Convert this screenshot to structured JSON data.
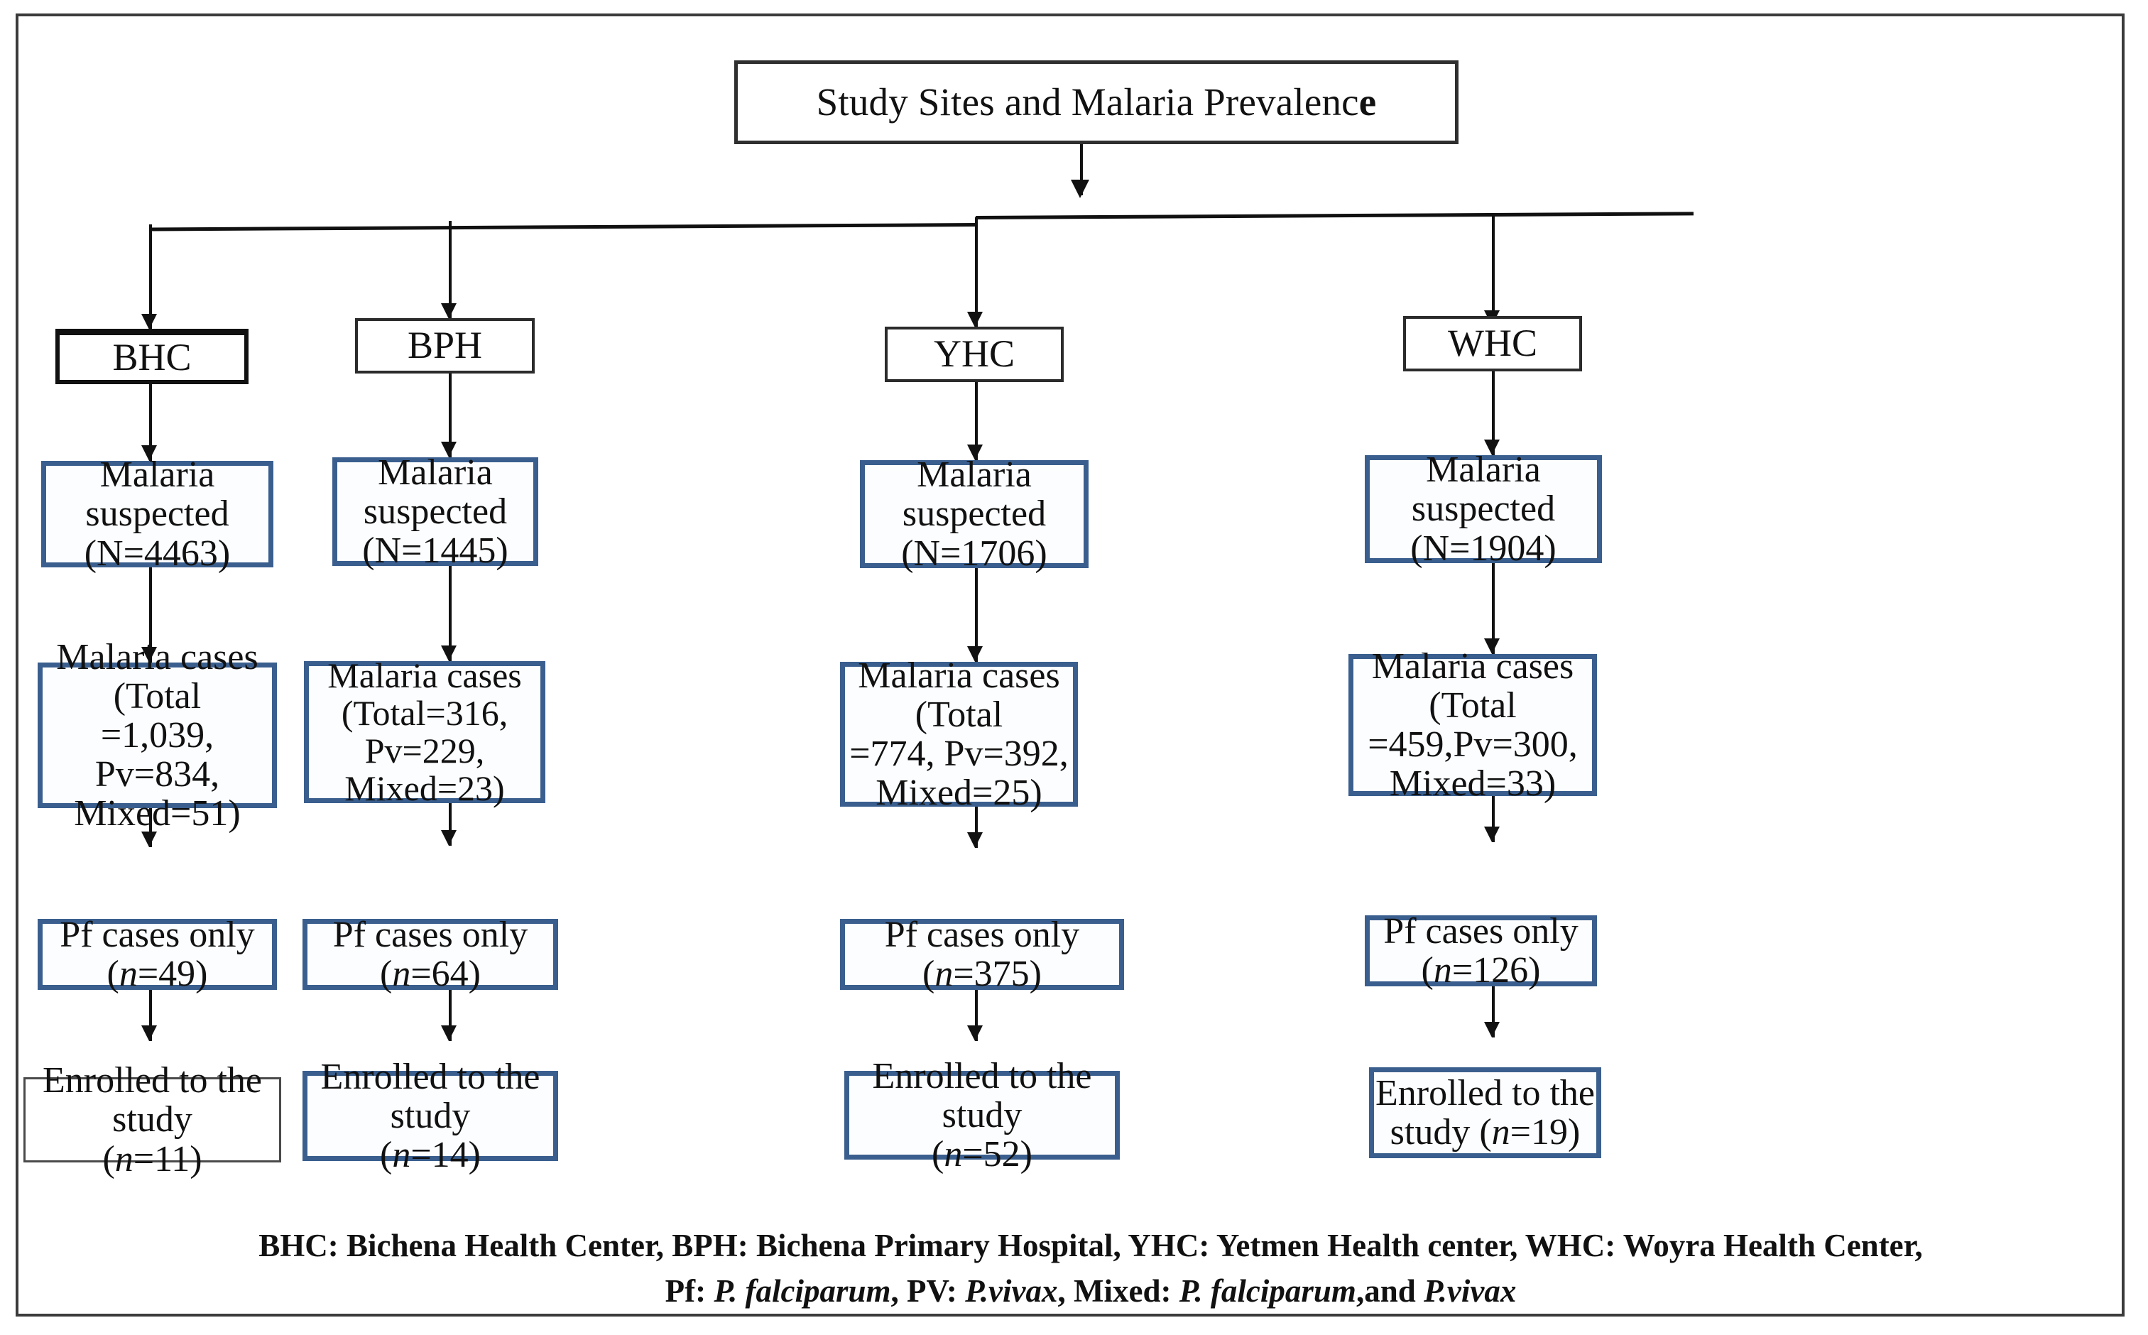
{
  "figure": {
    "title": "Study Sites and Malaria Prevalence",
    "title_bold_tail": "e",
    "title_main": "Study Sites and Malaria Prevalenc"
  },
  "colors": {
    "box_border_blue": "#3a5f8e",
    "box_border_black": "#1c1c1c",
    "frame_border": "#3b3b3b",
    "connector": "#111111",
    "text": "#111111",
    "background": "#ffffff"
  },
  "columns": [
    {
      "site_code": "BHC",
      "suspected": "Malaria suspected\n(N=4463)",
      "suspected_n": 4463,
      "cases": "Malaria cases  (Total\n=1,039, Pv=834,\nMixed=51)",
      "cases_total": 1039,
      "cases_pv": 834,
      "cases_mixed": 51,
      "pf_prefix": "Pf cases only (",
      "pf_italic": "n",
      "pf_suffix": "=49)",
      "pf_n": 49,
      "enrolled_prefix": "Enrolled to the study\n(",
      "enrolled_italic": "n",
      "enrolled_suffix": "=11)",
      "enrolled_n": 11
    },
    {
      "site_code": "BPH",
      "suspected": "Malaria suspected\n(N=1445)",
      "suspected_n": 1445,
      "cases": "Malaria cases\n(Total=316, Pv=229,\nMixed=23)",
      "cases_total": 316,
      "cases_pv": 229,
      "cases_mixed": 23,
      "pf_prefix": "Pf cases only (",
      "pf_italic": "n",
      "pf_suffix": "=64)",
      "pf_n": 64,
      "enrolled_prefix": "Enrolled to the study\n(",
      "enrolled_italic": "n",
      "enrolled_suffix": "=14)",
      "enrolled_n": 14
    },
    {
      "site_code": "YHC",
      "suspected": "Malaria suspected\n(N=1706)",
      "suspected_n": 1706,
      "cases": "Malaria cases  (Total\n=774, Pv=392,\nMixed=25)",
      "cases_total": 774,
      "cases_pv": 392,
      "cases_mixed": 25,
      "pf_prefix": "Pf cases only (",
      "pf_italic": "n",
      "pf_suffix": "=375)",
      "pf_n": 375,
      "enrolled_prefix": "Enrolled to the study\n(",
      "enrolled_italic": "n",
      "enrolled_suffix": "=52)",
      "enrolled_n": 52
    },
    {
      "site_code": "WHC",
      "suspected": "Malaria suspected\n(N=1904)",
      "suspected_n": 1904,
      "cases": "Malaria cases (Total\n=459,Pv=300,\nMixed=33)",
      "cases_total": 459,
      "cases_pv": 300,
      "cases_mixed": 33,
      "pf_prefix": "Pf cases only\n(",
      "pf_italic": "n",
      "pf_suffix": "=126)",
      "pf_n": 126,
      "enrolled_prefix": "Enrolled to the\nstudy (",
      "enrolled_italic": "n",
      "enrolled_suffix": "=19)",
      "enrolled_n": 19
    }
  ],
  "legend": {
    "line1": "BHC: Bichena Health Center, BPH: Bichena Primary Hospital, YHC: Yetmen Health center, WHC: Woyra Health Center,",
    "line2_parts": {
      "p1": "Pf: ",
      "i1": "P. falciparum",
      "p2": ", PV: ",
      "i2": "P.vivax",
      "p3": ", Mixed: ",
      "i3": "P. falciparum",
      "p4": ",and ",
      "i4": "P.vivax"
    }
  }
}
